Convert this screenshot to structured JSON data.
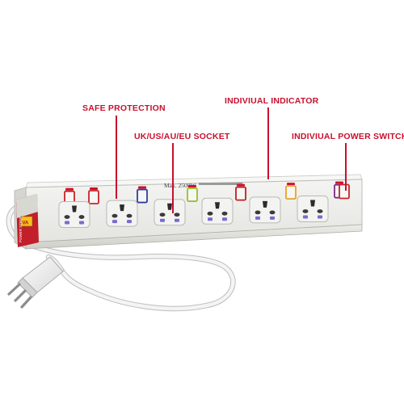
{
  "colors": {
    "callout": "#c8102e",
    "body": "#e9e9e6",
    "cord": "#f2f2f2",
    "indicator": "#d2102a",
    "switch_frames": [
      "#c9242b",
      "#c9242b",
      "#2d3fa0",
      "#9bbf2a",
      "#c01f1f",
      "#e6a421",
      "#7b2c86",
      "#c9242b"
    ]
  },
  "callouts": {
    "safe_protection": "SAFE PROTECTION",
    "socket": "UK/US/AU/EU SOCKET",
    "indicator": "INDIVIUAL INDICATOR",
    "power_switch": "INDIVIUAL POWER SWITCH"
  },
  "strip": {
    "max_rating": "Max. 2500W",
    "logo_text": "VA",
    "end_label": "POWER STRIP",
    "socket_count": 6
  }
}
